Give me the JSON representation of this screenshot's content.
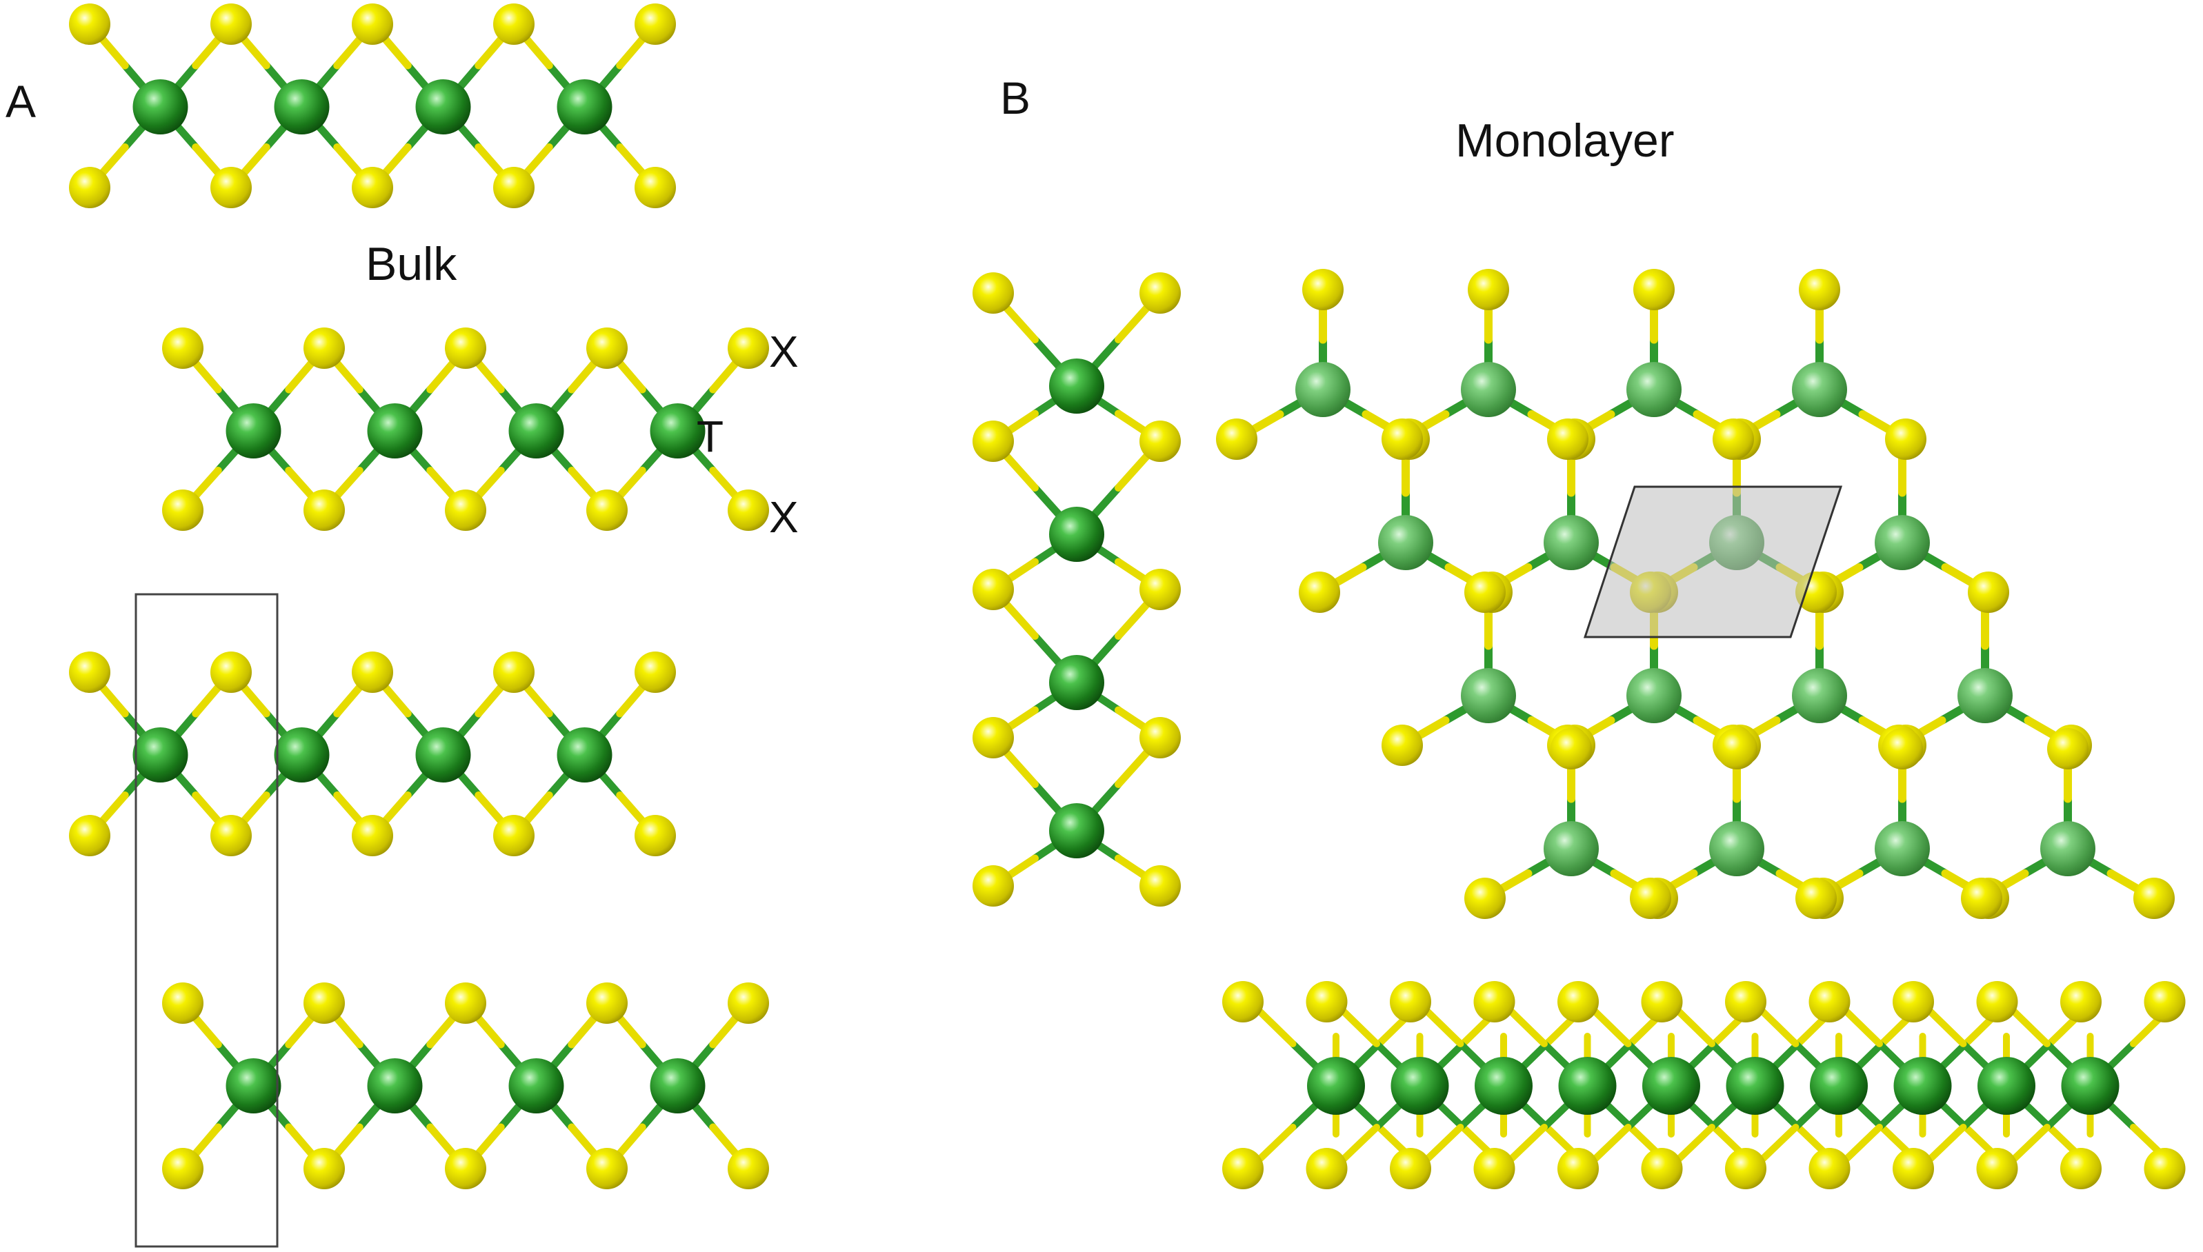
{
  "panel_a": {
    "letter": "A",
    "caption": "Bulk",
    "label_x_top": "X",
    "label_t": "T",
    "label_x_bottom": "X"
  },
  "panel_b": {
    "letter": "B",
    "caption": "Monolayer"
  },
  "colors": {
    "transition_metal_atom": "#1f8a1f",
    "chalcogen_atom": "#e8e000",
    "unit_cell_fill": "#cfcfcf",
    "unit_cell_stroke": "#333333"
  },
  "legend_semantics": {
    "metal_site": "T",
    "chalcogen_site": "X"
  }
}
